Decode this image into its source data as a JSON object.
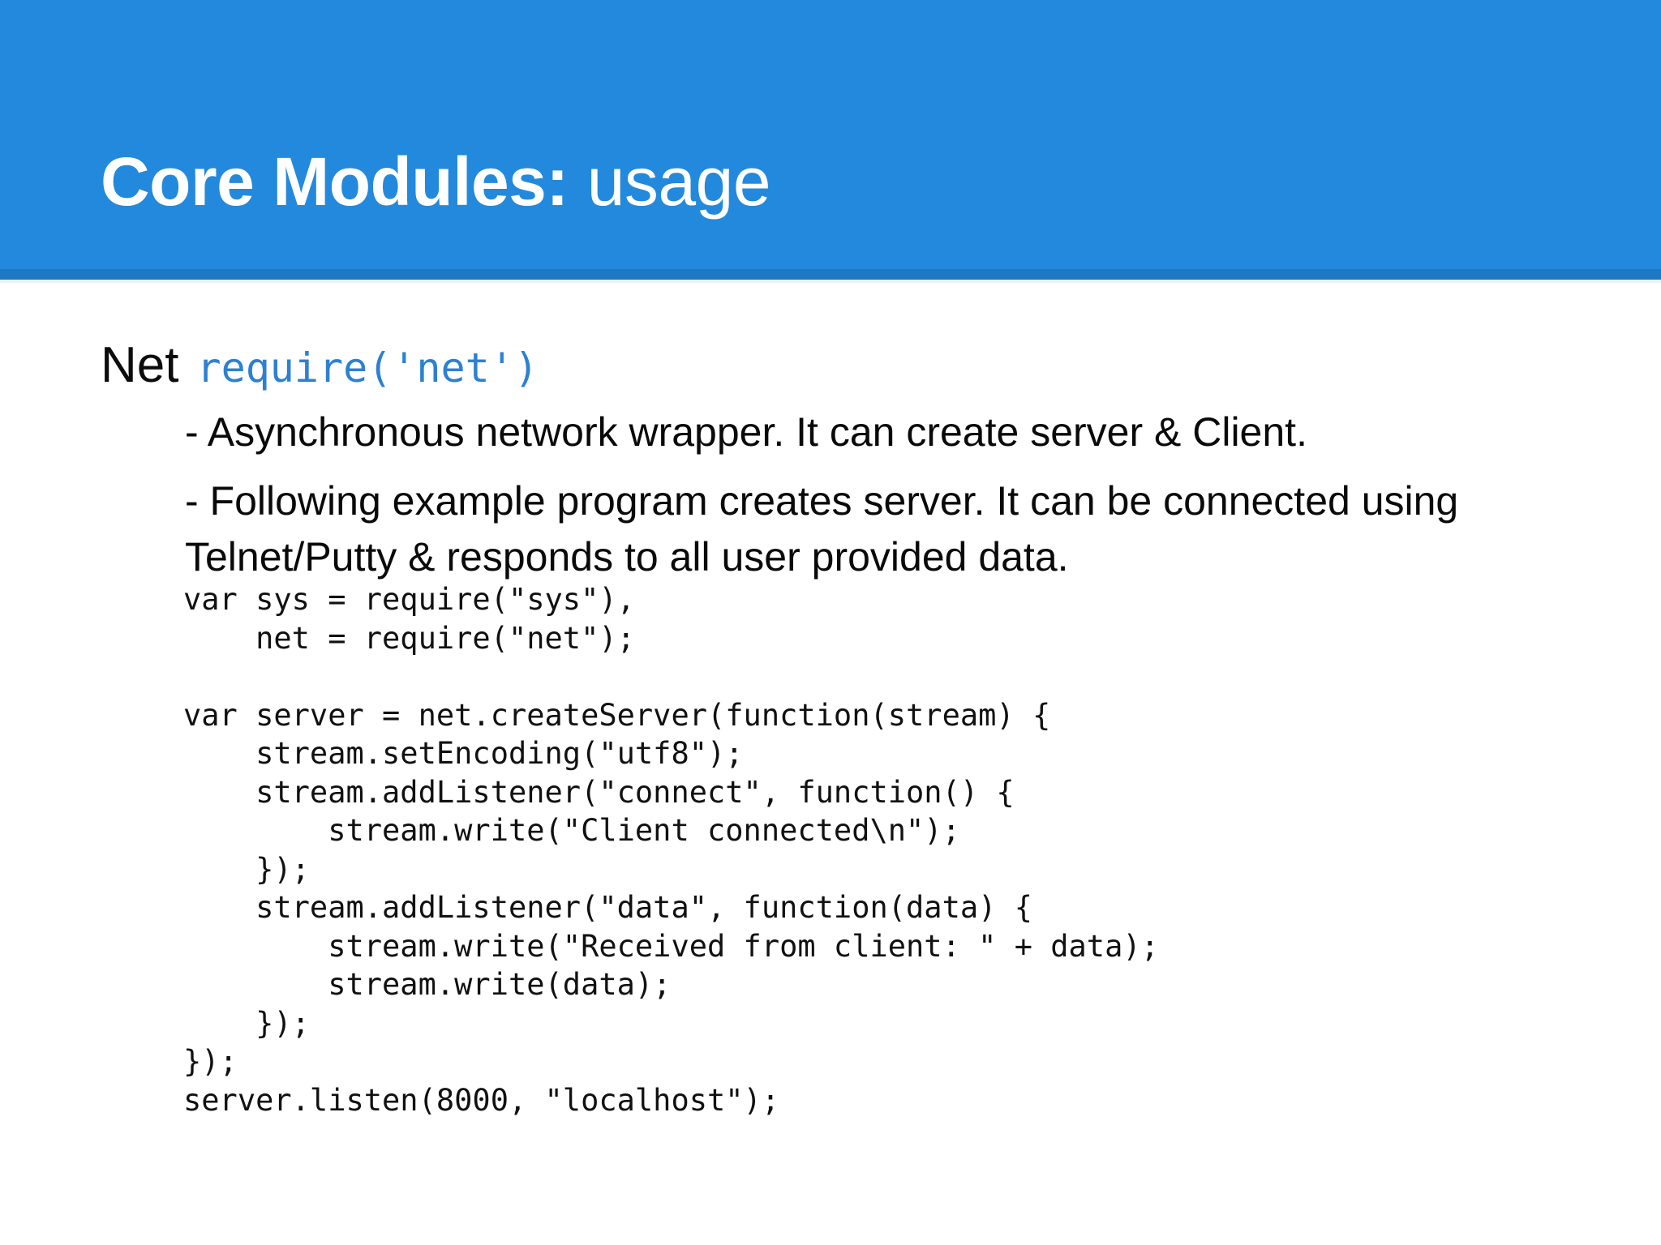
{
  "slide": {
    "header": {
      "title_bold": "Core Modules:",
      "title_light": "usage",
      "background_color": "#2389dc",
      "underline_color": "#1f78c2",
      "text_color": "#ffffff"
    },
    "content": {
      "heading": {
        "module_name": "Net",
        "require_call": "require('net')",
        "require_color": "#2e80d0"
      },
      "bullets": [
        "- Asynchronous network wrapper. It can create server & Client.",
        "- Following example program creates server. It can be connected using Telnet/Putty & responds to all user provided data."
      ],
      "code_block": "var sys = require(\"sys\"),\n    net = require(\"net\");\n\nvar server = net.createServer(function(stream) {\n    stream.setEncoding(\"utf8\");\n    stream.addListener(\"connect\", function() {\n        stream.write(\"Client connected\\n\");\n    });\n    stream.addListener(\"data\", function(data) {\n        stream.write(\"Received from client: \" + data);\n        stream.write(data);\n    });\n});\nserver.listen(8000, \"localhost\");"
    }
  }
}
